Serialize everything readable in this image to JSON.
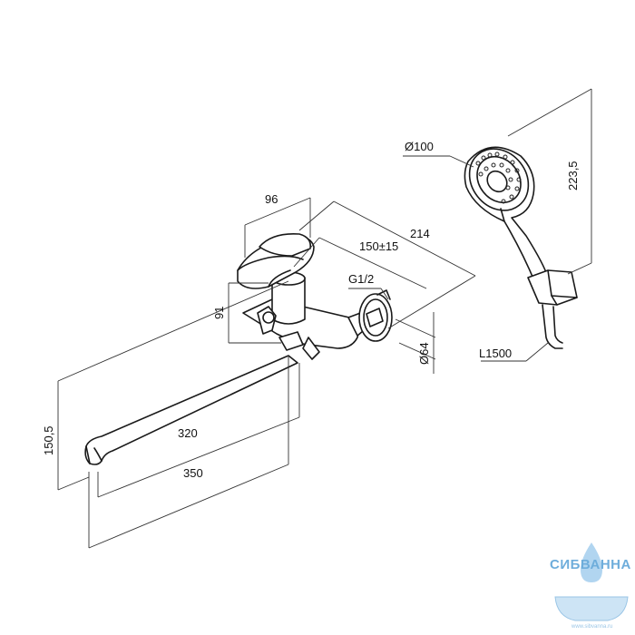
{
  "dimensions": {
    "handshower_diameter": "Ø100",
    "handshower_length": "223,5",
    "body_width": "96",
    "overall_depth": "214",
    "center_distance": "150±15",
    "thread": "G1/2",
    "body_height": "91",
    "flange_diameter": "Ø64",
    "hose_length": "L1500",
    "spout_height": "150,5",
    "spout_reach_short": "320",
    "spout_reach_long": "350"
  },
  "watermark": {
    "brand": "СИБВАННА",
    "url": "www.sibvanna.ru",
    "color": "#5fa5d8"
  }
}
